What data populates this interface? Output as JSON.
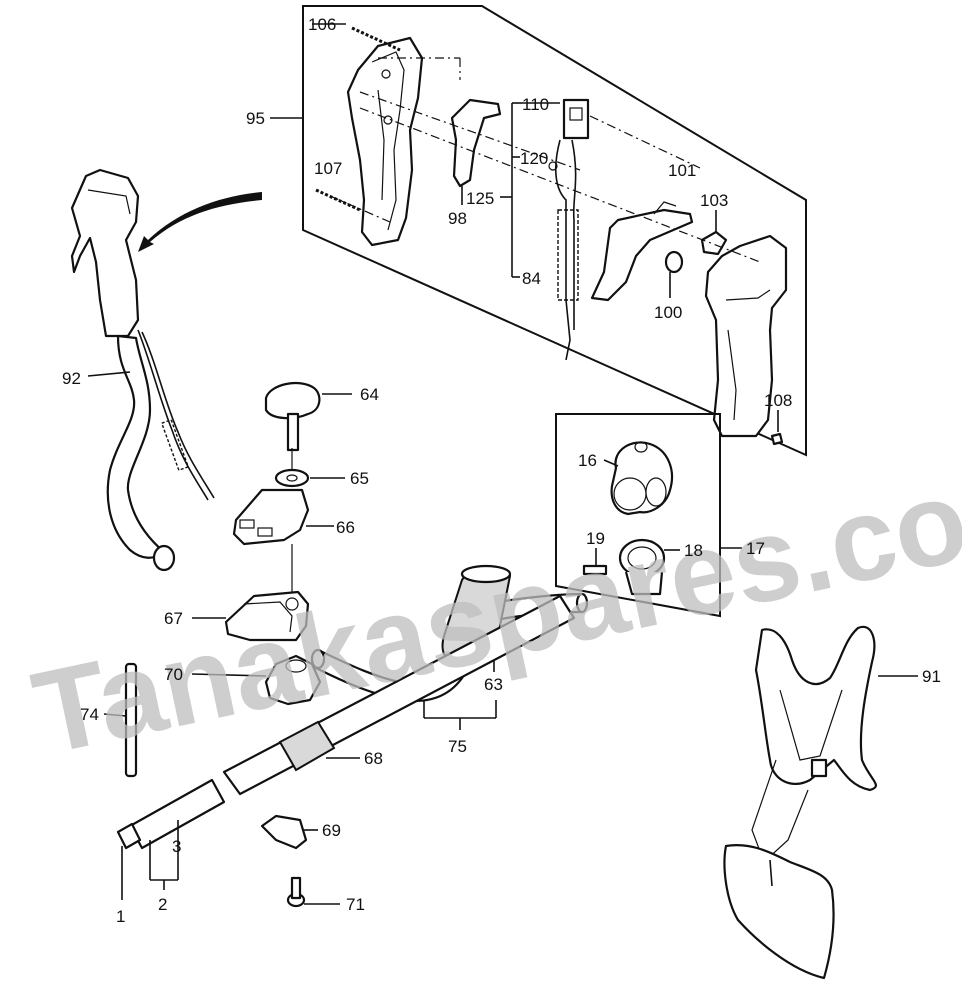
{
  "watermark": "Tanakaspares.co.uk",
  "labels": {
    "p1": "1",
    "p2": "2",
    "p3": "3",
    "p16": "16",
    "p17": "17",
    "p18": "18",
    "p19": "19",
    "p63": "63",
    "p64": "64",
    "p65": "65",
    "p66": "66",
    "p67": "67",
    "p68": "68",
    "p69": "69",
    "p70": "70",
    "p71": "71",
    "p74": "74",
    "p75": "75",
    "p84": "84",
    "p91": "91",
    "p92": "92",
    "p95": "95",
    "p98": "98",
    "p100": "100",
    "p101": "101",
    "p103": "103",
    "p106": "106",
    "p107": "107",
    "p108": "108",
    "p110": "110",
    "p120": "120",
    "p125": "125"
  }
}
